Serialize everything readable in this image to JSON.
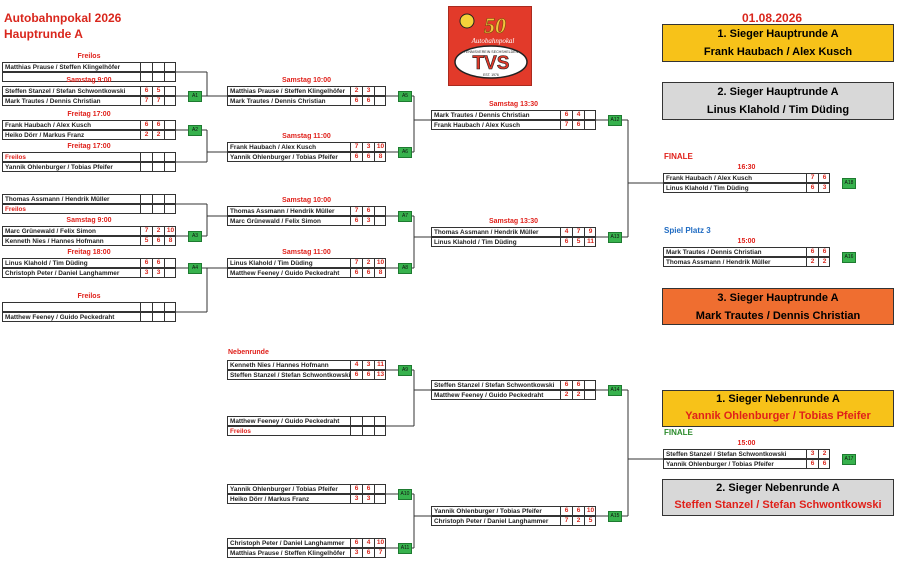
{
  "header": {
    "title": "Autobahnpokal 2026",
    "subtitle": "Hauptrunde A",
    "date": "01.08.2026"
  },
  "logo": {
    "big": "50",
    "word": "Autobahnpokal",
    "club": "TVS",
    "ring": "TENNISVEREIN SECHSHELDEN",
    "est": "EST. 1976"
  },
  "r1": [
    {
      "label": "Freilos",
      "p1": "Matthias Prause / Steffen Klingelhöfer",
      "p2": ""
    },
    {
      "label": "Samstag 9:00",
      "p1": "Steffen Stanzel / Stefan Schwontkowski",
      "s1": [
        "6",
        "5",
        ""
      ],
      "p2": "Mark Trautes / Dennis Christian",
      "s2": [
        "7",
        "7",
        ""
      ],
      "tag": "A1"
    },
    {
      "label": "Freitag 17:00",
      "p1": "Frank Haubach / Alex Kusch",
      "s1": [
        "6",
        "6",
        ""
      ],
      "p2": "Heiko Dörr / Markus Franz",
      "s2": [
        "2",
        "2",
        ""
      ],
      "tag": "A2"
    },
    {
      "label": "Freitag 17:00",
      "p1": "Freilos",
      "p2": "Yannik Ohlenburger / Tobias Pfeifer"
    },
    {
      "label": "",
      "p1": "Thomas Assmann / Hendrik Müller",
      "p2": "Freilos"
    },
    {
      "label": "Samstag 9:00",
      "p1": "Marc  Grünewald / Felix Simon",
      "s1": [
        "7",
        "2",
        "10"
      ],
      "p2": "Kenneth Nies / Hannes Hofmann",
      "s2": [
        "5",
        "6",
        "8"
      ],
      "tag": "A3"
    },
    {
      "label": "Freitag 18:00",
      "p1": "Linus Klahold / Tim Düding",
      "s1": [
        "6",
        "6",
        ""
      ],
      "p2": "Christoph Peter / Daniel Langhammer",
      "s2": [
        "3",
        "3",
        ""
      ],
      "tag": "A4"
    },
    {
      "label": "Freilos",
      "p1": "",
      "p2": "Matthew Feeney / Guido Peckedraht"
    }
  ],
  "r2": [
    {
      "label": "Samstag 10:00",
      "p1": "Matthias Prause / Steffen Klingelhöfer",
      "s1": [
        "2",
        "3",
        ""
      ],
      "p2": "Mark Trautes / Dennis Christian",
      "s2": [
        "6",
        "6",
        ""
      ],
      "tag": "A5"
    },
    {
      "label": "Samstag 11:00",
      "p1": "Frank Haubach / Alex Kusch",
      "s1": [
        "7",
        "3",
        "10"
      ],
      "p2": "Yannik Ohlenburger / Tobias Pfeifer",
      "s2": [
        "6",
        "6",
        "8"
      ],
      "tag": "A6"
    },
    {
      "label": "Samstag 10:00",
      "p1": "Thomas Assmann / Hendrik Müller",
      "s1": [
        "7",
        "6",
        ""
      ],
      "p2": "Marc  Grünewald / Felix Simon",
      "s2": [
        "6",
        "3",
        ""
      ],
      "tag": "A7"
    },
    {
      "label": "Samstag 11:00",
      "p1": "Linus Klahold / Tim Düding",
      "s1": [
        "7",
        "2",
        "10"
      ],
      "p2": "Matthew Feeney / Guido Peckedraht",
      "s2": [
        "6",
        "6",
        "8"
      ],
      "tag": "A8"
    }
  ],
  "r3": [
    {
      "label": "Samstag 13:30",
      "p1": "Mark Trautes / Dennis Christian",
      "s1": [
        "6",
        "4",
        ""
      ],
      "p2": "Frank Haubach / Alex Kusch",
      "s2": [
        "7",
        "6",
        ""
      ],
      "tag": "A12"
    },
    {
      "label": "Samstag 13:30",
      "p1": "Thomas Assmann / Hendrik Müller",
      "s1": [
        "4",
        "7",
        "9"
      ],
      "p2": "Linus Klahold / Tim Düding",
      "s2": [
        "6",
        "5",
        "11"
      ],
      "tag": "A13"
    }
  ],
  "finale": {
    "heading": "FINALE",
    "label": "16:30",
    "p1": "Frank Haubach / Alex Kusch",
    "s1": [
      "7",
      "6"
    ],
    "p2": "Linus Klahold / Tim Düding",
    "s2": [
      "6",
      "3"
    ],
    "tag": "A18"
  },
  "platz3": {
    "heading": "Spiel Platz 3",
    "label": "15:00",
    "p1": "Mark Trautes / Dennis Christian",
    "s1": [
      "6",
      "6"
    ],
    "p2": "Thomas Assmann / Hendrik Müller",
    "s2": [
      "2",
      "2"
    ],
    "tag": "A16"
  },
  "results": [
    {
      "l1": "1. Sieger Hauptrunde A",
      "l2": "Frank Haubach / Alex Kusch"
    },
    {
      "l1": "2. Sieger Hauptrunde A",
      "l2": "Linus Klahold / Tim Düding"
    },
    {
      "l1": "3. Sieger Hauptrunde A",
      "l2": "Mark Trautes / Dennis Christian"
    },
    {
      "l1": "1. Sieger Nebenrunde A",
      "l2": "Yannik Ohlenburger / Tobias Pfeifer"
    },
    {
      "l1": "2. Sieger Nebenrunde A",
      "l2": "Steffen Stanzel / Stefan Schwontkowski"
    }
  ],
  "neben": {
    "heading": "Nebenrunde",
    "n1": [
      {
        "p1": "Kenneth Nies / Hannes Hofmann",
        "s1": [
          "4",
          "3",
          "11"
        ],
        "p2": "Steffen Stanzel / Stefan Schwontkowski",
        "s2": [
          "6",
          "6",
          "13"
        ],
        "tag": "A9"
      },
      {
        "p1": "Matthew Feeney / Guido Peckedraht",
        "p2": "Freilos"
      },
      {
        "p1": "Yannik Ohlenburger / Tobias Pfeifer",
        "s1": [
          "6",
          "6",
          ""
        ],
        "p2": "Heiko Dörr / Markus Franz",
        "s2": [
          "3",
          "3",
          ""
        ],
        "tag": "A10"
      },
      {
        "p1": "Christoph Peter / Daniel Langhammer",
        "s1": [
          "6",
          "4",
          "10"
        ],
        "p2": "Matthias Prause / Steffen Klingelhöfer",
        "s2": [
          "3",
          "6",
          "7"
        ],
        "tag": "A11"
      }
    ],
    "n2": [
      {
        "p1": "Steffen Stanzel / Stefan Schwontkowski",
        "s1": [
          "6",
          "6",
          ""
        ],
        "p2": "Matthew Feeney / Guido Peckedraht",
        "s2": [
          "2",
          "2",
          ""
        ],
        "tag": "A14"
      },
      {
        "p1": "Yannik Ohlenburger / Tobias Pfeifer",
        "s1": [
          "6",
          "6",
          "10"
        ],
        "p2": "Christoph Peter / Daniel Langhammer",
        "s2": [
          "7",
          "2",
          "5"
        ],
        "tag": "A15"
      }
    ],
    "finale": {
      "heading": "FINALE",
      "label": "15:00",
      "p1": "Steffen Stanzel / Stefan Schwontkowski",
      "s1": [
        "3",
        "2"
      ],
      "p2": "Yannik Ohlenburger / Tobias Pfeifer",
      "s2": [
        "6",
        "6"
      ],
      "tag": "A17"
    }
  }
}
